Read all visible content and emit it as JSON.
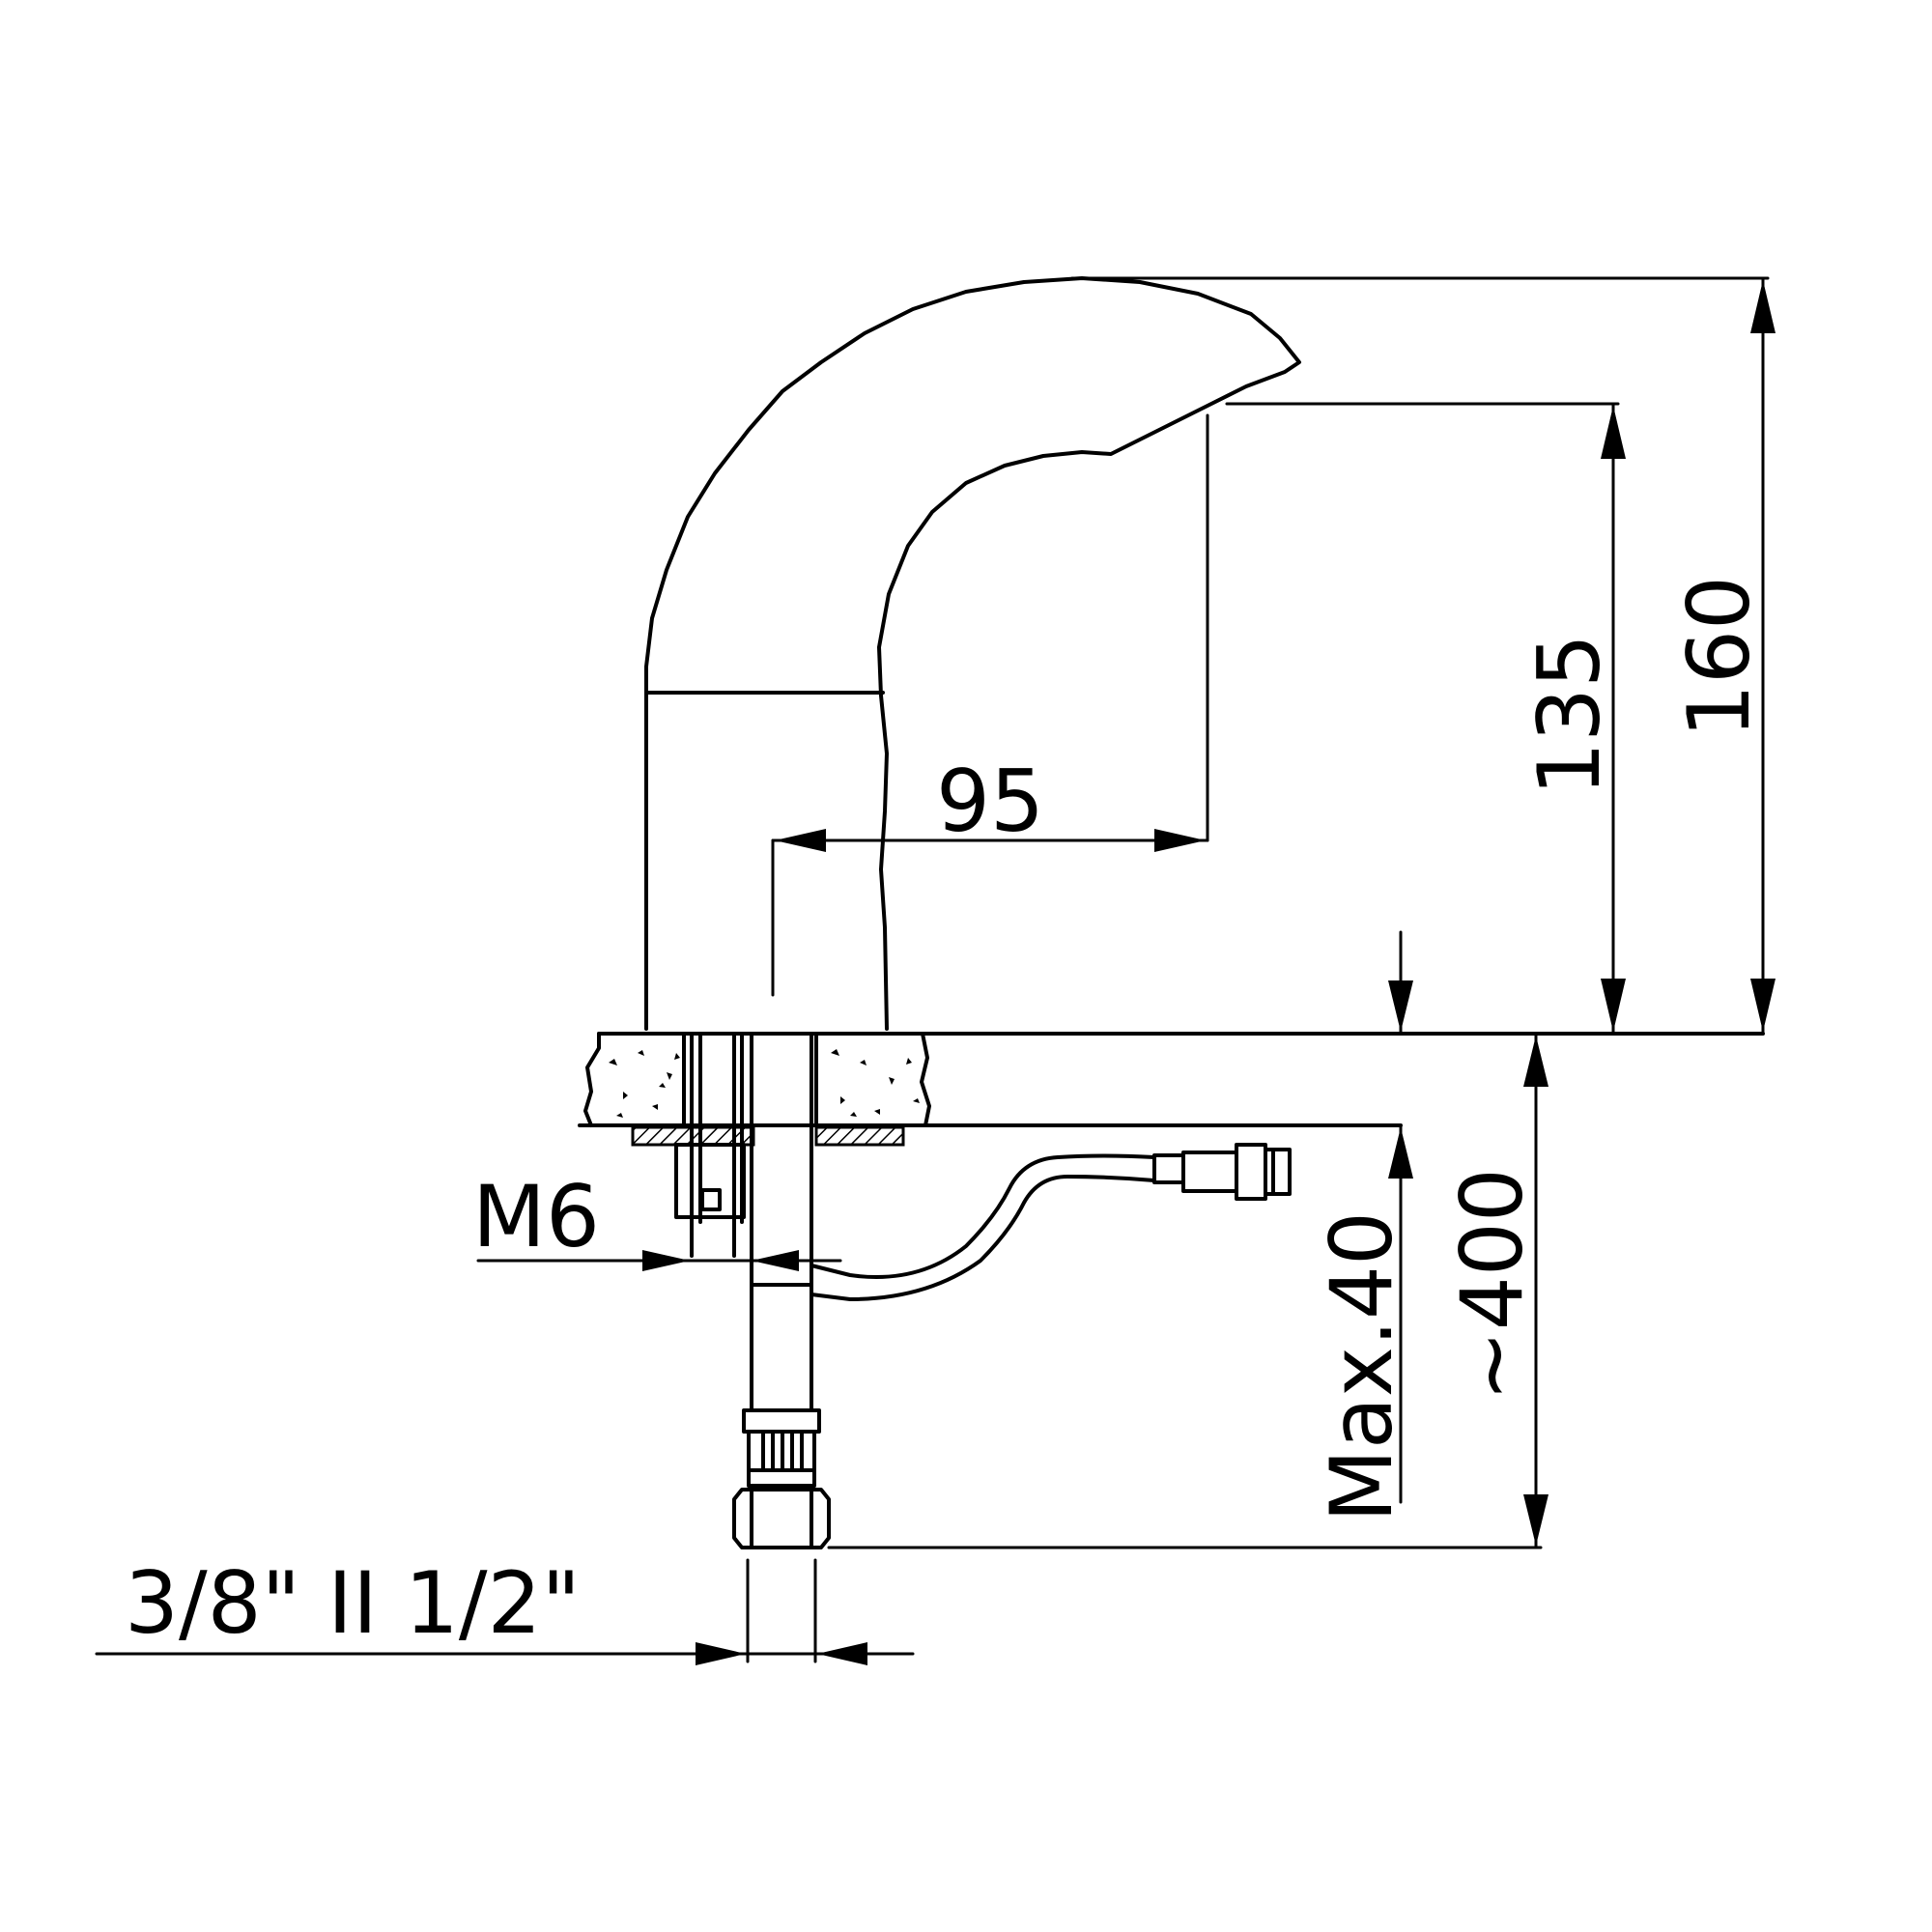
{
  "dimensions": {
    "total_height": "160",
    "spout_height": "135",
    "spout_reach": "95",
    "max_thickness": "Max.40",
    "hose_length": "~400",
    "thread_size": "M6",
    "connection": "3/8\" II 1/2\""
  }
}
